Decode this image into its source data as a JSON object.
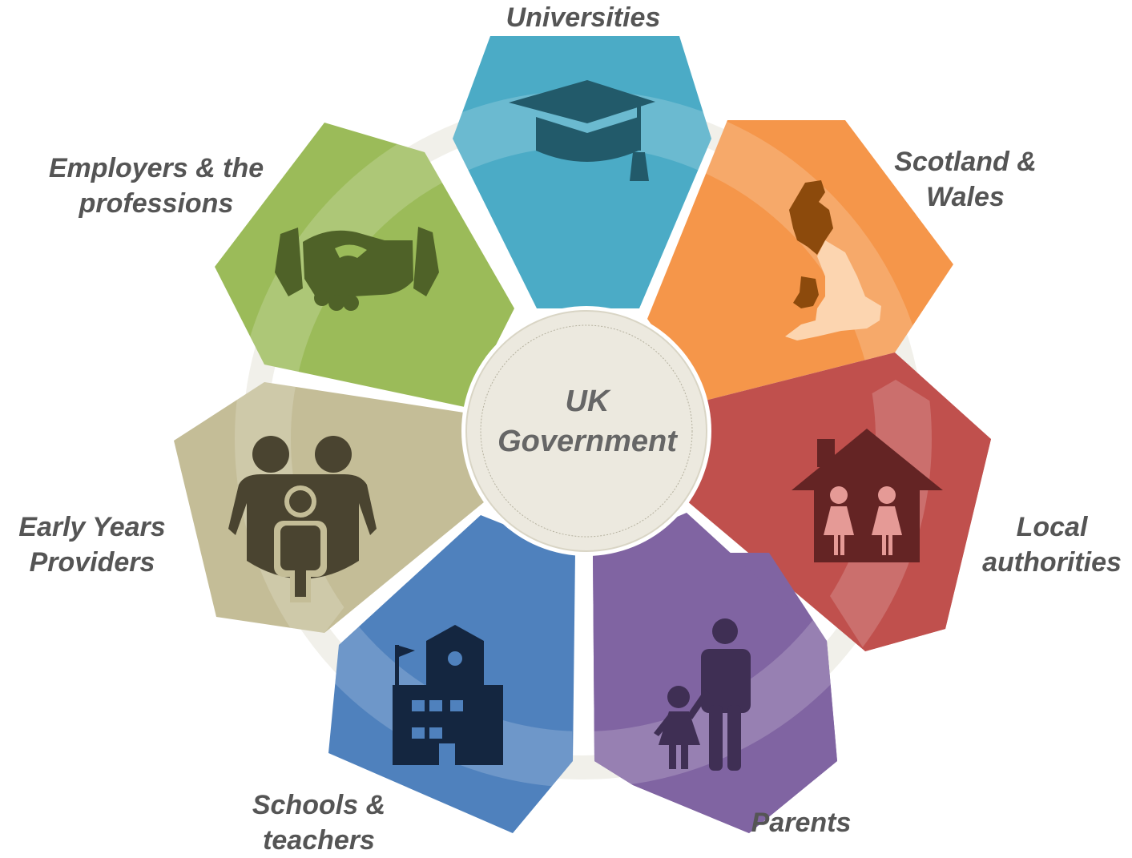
{
  "center": {
    "line1": "UK",
    "line2": "Government",
    "fill": "#ECE9DF",
    "ring": "#C4C0AE"
  },
  "label_color": "#555555",
  "petals": [
    {
      "id": "universities",
      "lines": [
        "Universities"
      ],
      "color": "#4BABC6",
      "icon": "graduation-cap-icon",
      "icon_color": "#225A6A"
    },
    {
      "id": "scotland-wales",
      "lines": [
        "Scotland &",
        "Wales"
      ],
      "color": "#F5964A",
      "icon": "uk-map-icon",
      "icon_color": "#8C4A0C"
    },
    {
      "id": "local-authorities",
      "lines": [
        "Local",
        "authorities"
      ],
      "color": "#C0504D",
      "icon": "house-family-icon",
      "icon_color": "#642424"
    },
    {
      "id": "parents",
      "lines": [
        "Parents"
      ],
      "color": "#8064A2",
      "icon": "parent-child-icon",
      "icon_color": "#3F2F54"
    },
    {
      "id": "schools-teachers",
      "lines": [
        "Schools &",
        "teachers"
      ],
      "color": "#4F81BD",
      "icon": "school-building-icon",
      "icon_color": "#142640"
    },
    {
      "id": "early-years",
      "lines": [
        "Early Years",
        "Providers"
      ],
      "color": "#C4BD97",
      "icon": "family-icon",
      "icon_color": "#4A4430"
    },
    {
      "id": "employers",
      "lines": [
        "Employers & the",
        "professions"
      ],
      "color": "#9BBB59",
      "icon": "handshake-icon",
      "icon_color": "#4F6228"
    }
  ]
}
